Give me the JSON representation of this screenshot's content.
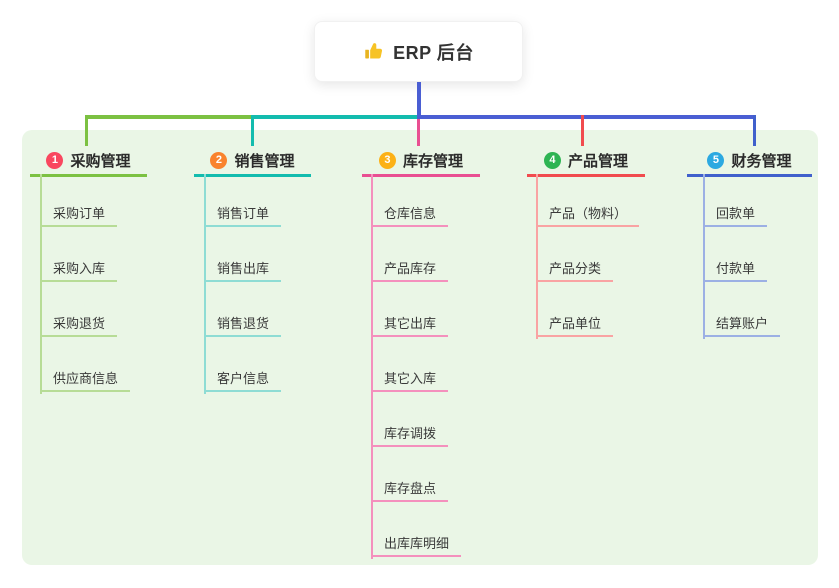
{
  "root": {
    "title": "ERP 后台",
    "icon": "thumbs-up-icon"
  },
  "colors": {
    "canvas_background": "#ffffff",
    "panel_background": "#eaf6e6",
    "root_connector": "#4a5ed3"
  },
  "branches": [
    {
      "badge": "1",
      "badge_color": "#f9475f",
      "line_color": "#7cc142",
      "child_line_color": "#b7dc96",
      "title": "采购管理",
      "items": [
        "采购订单",
        "采购入库",
        "采购退货",
        "供应商信息"
      ]
    },
    {
      "badge": "2",
      "badge_color": "#f9832d",
      "line_color": "#13bcae",
      "child_line_color": "#8edcd4",
      "title": "销售管理",
      "items": [
        "销售订单",
        "销售出库",
        "销售退货",
        "客户信息"
      ]
    },
    {
      "badge": "3",
      "badge_color": "#fcb116",
      "line_color": "#e94f92",
      "child_line_color": "#f490bd",
      "title": "库存管理",
      "items": [
        "仓库信息",
        "产品库存",
        "其它出库",
        "其它入库",
        "库存调拨",
        "库存盘点",
        "出库库明细"
      ]
    },
    {
      "badge": "4",
      "badge_color": "#2eb453",
      "line_color": "#f14b4e",
      "child_line_color": "#f9a3a3",
      "title": "产品管理",
      "items": [
        "产品（物料）",
        "产品分类",
        "产品单位"
      ]
    },
    {
      "badge": "5",
      "badge_color": "#2ca9e1",
      "line_color": "#4060cc",
      "child_line_color": "#9cb0e4",
      "title": "财务管理",
      "items": [
        "回款单",
        "付款单",
        "结算账户"
      ]
    }
  ]
}
